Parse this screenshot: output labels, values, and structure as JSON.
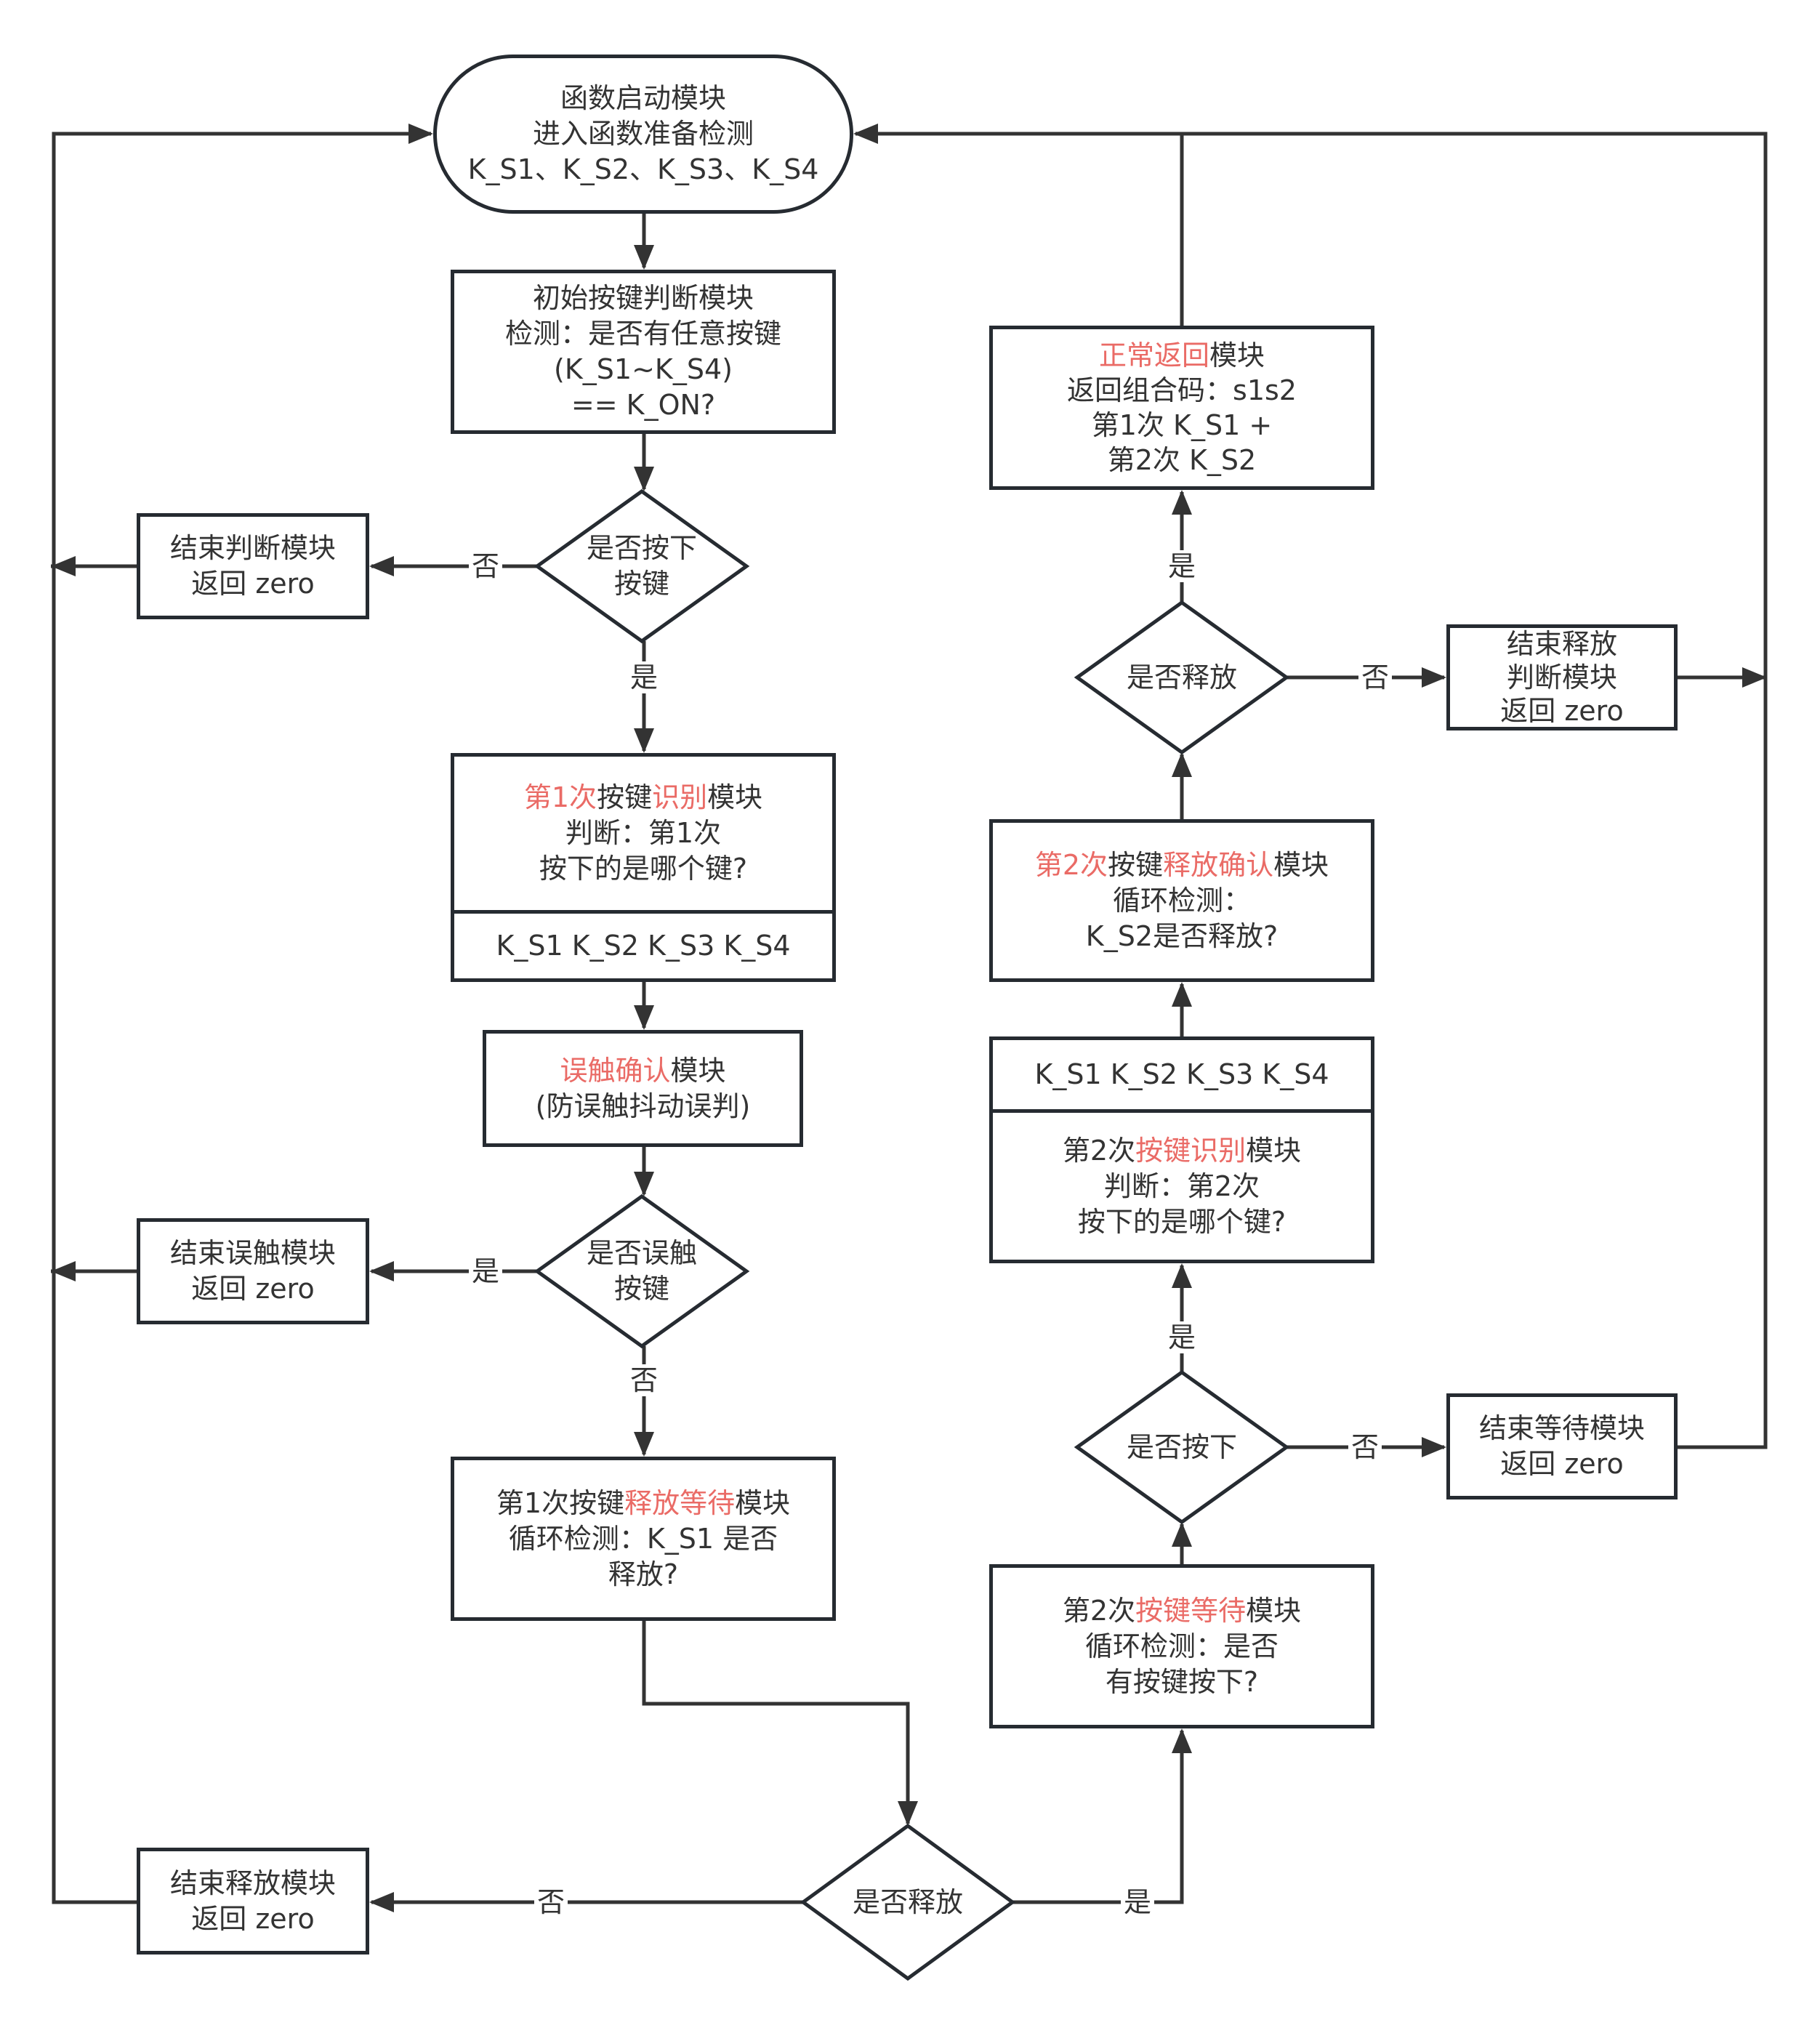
{
  "colors": {
    "stroke": "#262b31",
    "text": "#333333",
    "highlight": "#ea6b66",
    "background": "#ffffff"
  },
  "nodes": {
    "start": {
      "lines": [
        [
          {
            "t": "函数启动模块"
          }
        ],
        [
          {
            "t": "进入函数准备检测"
          }
        ],
        [
          {
            "t": "K_S1、K_S2、K_S3、K_S4"
          }
        ]
      ]
    },
    "initial_check": {
      "lines": [
        [
          {
            "t": "初始按键判断模块"
          }
        ],
        [
          {
            "t": "检测：是否有任意按键"
          }
        ],
        [
          {
            "t": "(K_S1~K_S4)"
          }
        ],
        [
          {
            "t": "== K_ON?"
          }
        ]
      ]
    },
    "decision_pressed": {
      "lines": [
        [
          {
            "t": "是否按下"
          }
        ],
        [
          {
            "t": "按键"
          }
        ]
      ]
    },
    "end_judge": {
      "lines": [
        [
          {
            "t": "结束判断模块"
          }
        ],
        [
          {
            "t": "返回 zero"
          }
        ]
      ]
    },
    "identify_1": {
      "lines": [
        [
          {
            "t": "第1次",
            "hl": true
          },
          {
            "t": "按键"
          },
          {
            "t": "识别",
            "hl": true
          },
          {
            "t": "模块"
          }
        ],
        [
          {
            "t": "判断：第1次"
          }
        ],
        [
          {
            "t": "按下的是哪个键?"
          }
        ]
      ],
      "keys": "K_S1 K_S2 K_S3 K_S4"
    },
    "mistouch_confirm": {
      "lines": [
        [
          {
            "t": "误触确认",
            "hl": true
          },
          {
            "t": "模块"
          }
        ],
        [
          {
            "t": "(防误触抖动误判)"
          }
        ]
      ]
    },
    "decision_mistouch": {
      "lines": [
        [
          {
            "t": "是否误触"
          }
        ],
        [
          {
            "t": "按键"
          }
        ]
      ]
    },
    "end_mistouch": {
      "lines": [
        [
          {
            "t": "结束误触模块"
          }
        ],
        [
          {
            "t": "返回 zero"
          }
        ]
      ]
    },
    "release_wait_1": {
      "lines": [
        [
          {
            "t": "第1次按键"
          },
          {
            "t": "释放等待",
            "hl": true
          },
          {
            "t": "模块"
          }
        ],
        [
          {
            "t": "循环检测：K_S1 是否"
          }
        ],
        [
          {
            "t": "释放?"
          }
        ]
      ]
    },
    "decision_released_1": {
      "lines": [
        [
          {
            "t": "是否释放"
          }
        ]
      ]
    },
    "end_release": {
      "lines": [
        [
          {
            "t": "结束释放模块"
          }
        ],
        [
          {
            "t": "返回 zero"
          }
        ]
      ]
    },
    "key_wait_2": {
      "lines": [
        [
          {
            "t": "第2次"
          },
          {
            "t": "按键等待",
            "hl": true
          },
          {
            "t": "模块"
          }
        ],
        [
          {
            "t": "循环检测：是否"
          }
        ],
        [
          {
            "t": "有按键按下?"
          }
        ]
      ]
    },
    "decision_pressed_2": {
      "lines": [
        [
          {
            "t": "是否按下"
          }
        ]
      ]
    },
    "end_wait": {
      "lines": [
        [
          {
            "t": "结束等待模块"
          }
        ],
        [
          {
            "t": "返回 zero"
          }
        ]
      ]
    },
    "identify_2": {
      "keys": "K_S1 K_S2 K_S3 K_S4",
      "lines": [
        [
          {
            "t": "第2次"
          },
          {
            "t": "按键识别",
            "hl": true
          },
          {
            "t": "模块"
          }
        ],
        [
          {
            "t": "判断：第2次"
          }
        ],
        [
          {
            "t": "按下的是哪个键?"
          }
        ]
      ]
    },
    "release_confirm_2": {
      "lines": [
        [
          {
            "t": "第2次",
            "hl": true
          },
          {
            "t": "按键"
          },
          {
            "t": "释放确认",
            "hl": true
          },
          {
            "t": "模块"
          }
        ],
        [
          {
            "t": "循环检测："
          }
        ],
        [
          {
            "t": "K_S2是否释放?"
          }
        ]
      ]
    },
    "decision_released_2": {
      "lines": [
        [
          {
            "t": "是否释放"
          }
        ]
      ]
    },
    "end_release_judge": {
      "lines": [
        [
          {
            "t": "结束释放"
          }
        ],
        [
          {
            "t": "判断模块"
          }
        ],
        [
          {
            "t": "返回 zero"
          }
        ]
      ]
    },
    "normal_return": {
      "lines": [
        [
          {
            "t": "正常返回",
            "hl": true
          },
          {
            "t": "模块"
          }
        ],
        [
          {
            "t": "返回组合码：s1s2"
          }
        ],
        [
          {
            "t": "第1次 K_S1 +"
          }
        ],
        [
          {
            "t": "第2次 K_S2"
          }
        ]
      ]
    }
  },
  "edge_labels": {
    "pressed_no": "否",
    "pressed_yes": "是",
    "mistouch_yes": "是",
    "mistouch_no": "否",
    "released1_no": "否",
    "released1_yes": "是",
    "pressed2_yes": "是",
    "pressed2_no": "否",
    "released2_yes": "是",
    "released2_no": "否"
  }
}
